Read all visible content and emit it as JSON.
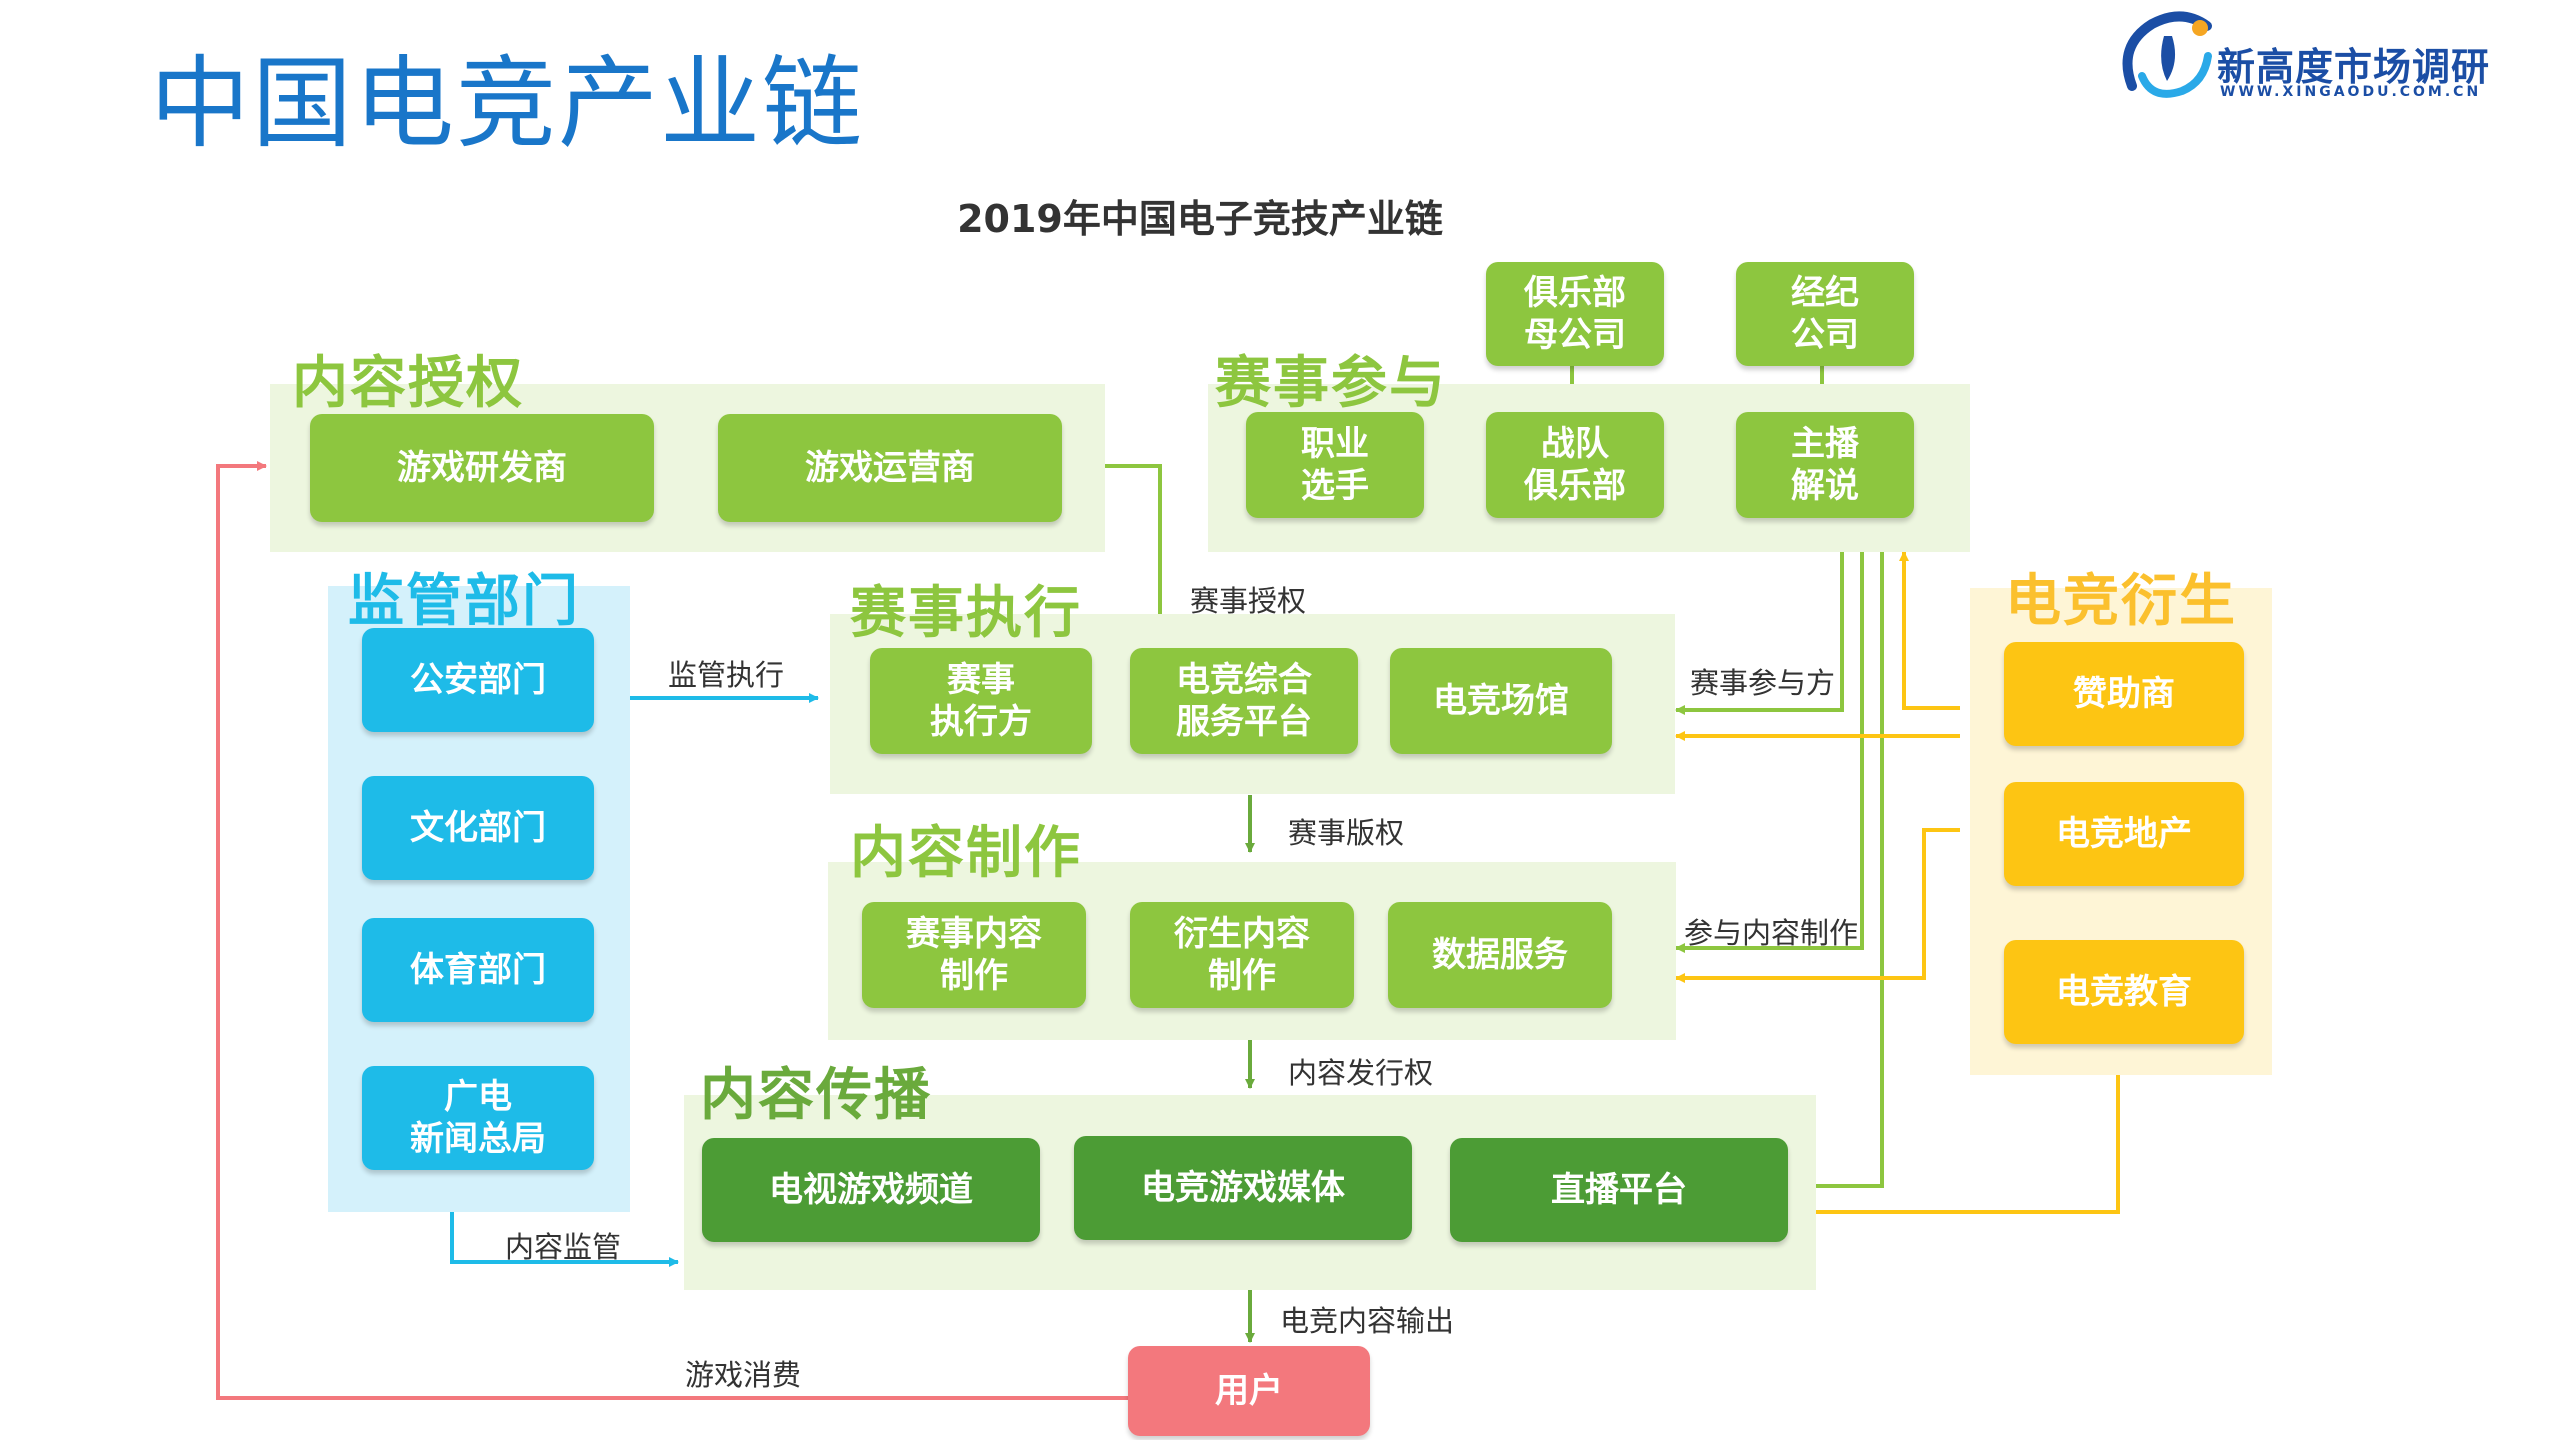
{
  "page": {
    "title": "中国电竞产业链"
  },
  "logo": {
    "name": "新高度市场调研",
    "url": "WWW.XINGAODU.COM.CN"
  },
  "diagram": {
    "title": "2019年中国电子竞技产业链",
    "sections": {
      "content_license": {
        "title": "内容授权",
        "nodes": [
          "游戏研发商",
          "游戏运营商"
        ]
      },
      "event_participation": {
        "title": "赛事参与",
        "nodes": [
          "职业\n选手",
          "战队\n俱乐部",
          "主播\n解说"
        ],
        "parents": [
          "俱乐部\n母公司",
          "经纪\n公司"
        ]
      },
      "regulators": {
        "title": "监管部门",
        "nodes": [
          "公安部门",
          "文化部门",
          "体育部门",
          "广电\n新闻总局"
        ]
      },
      "event_execution": {
        "title": "赛事执行",
        "nodes": [
          "赛事\n执行方",
          "电竞综合\n服务平台",
          "电竞场馆"
        ]
      },
      "content_production": {
        "title": "内容制作",
        "nodes": [
          "赛事内容\n制作",
          "衍生内容\n制作",
          "数据服务"
        ]
      },
      "content_distribution": {
        "title": "内容传播",
        "nodes": [
          "电视游戏频道",
          "电竞游戏媒体",
          "直播平台"
        ]
      },
      "derivatives": {
        "title": "电竞衍生",
        "nodes": [
          "赞助商",
          "电竞地产",
          "电竞教育"
        ]
      },
      "user": {
        "label": "用户"
      }
    },
    "edge_labels": {
      "event_license": "赛事授权",
      "supervision": "监管执行",
      "event_participants": "赛事参与方",
      "event_copyright": "赛事版权",
      "content_participation": "参与内容制作",
      "distribution_rights": "内容发行权",
      "content_supervision": "内容监管",
      "content_output": "电竞内容输出",
      "game_consumption": "游戏消费"
    },
    "colors": {
      "light_green": "#8dc63f",
      "dark_green": "#4c9c35",
      "cyan": "#1ebbe8",
      "yellow": "#fdc513",
      "pink": "#f3787d",
      "title_blue": "#1976c9"
    }
  }
}
